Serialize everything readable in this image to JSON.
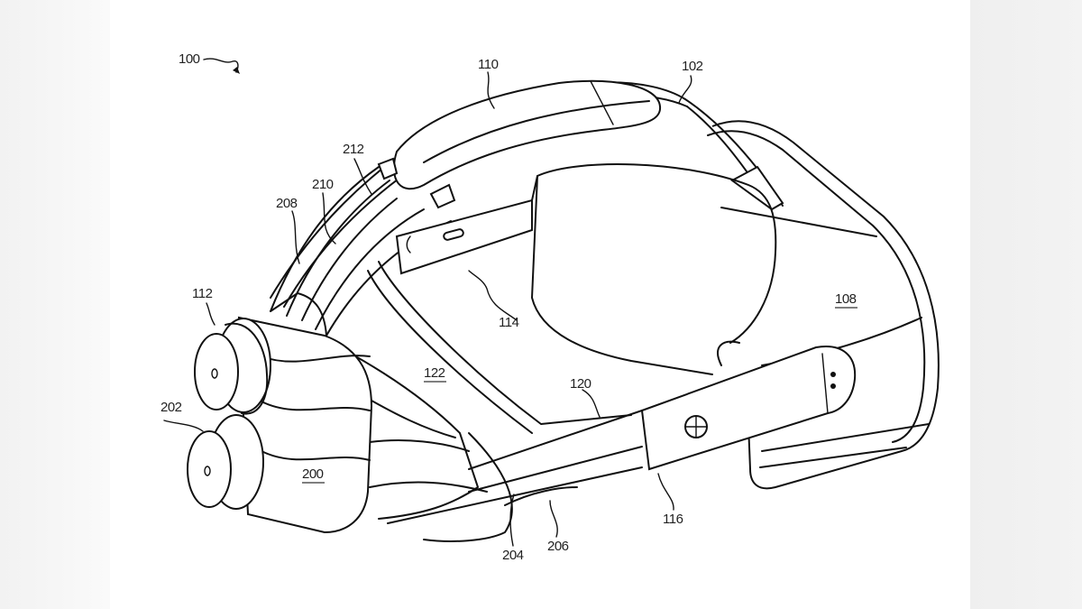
{
  "figure": {
    "type": "patent-drawing",
    "subject": "head-mounted display device",
    "reference_numerals": [
      {
        "id": "100",
        "underlined": false,
        "arrow": true
      },
      {
        "id": "110",
        "underlined": false
      },
      {
        "id": "102",
        "underlined": false
      },
      {
        "id": "212",
        "underlined": false
      },
      {
        "id": "210",
        "underlined": false
      },
      {
        "id": "208",
        "underlined": false
      },
      {
        "id": "112",
        "underlined": false
      },
      {
        "id": "114",
        "underlined": false
      },
      {
        "id": "108",
        "underlined": true
      },
      {
        "id": "122",
        "underlined": true
      },
      {
        "id": "120",
        "underlined": false
      },
      {
        "id": "202",
        "underlined": false
      },
      {
        "id": "200",
        "underlined": true
      },
      {
        "id": "116",
        "underlined": false
      },
      {
        "id": "204",
        "underlined": false
      },
      {
        "id": "206",
        "underlined": false
      }
    ]
  },
  "labels": {
    "l100": "100",
    "l110": "110",
    "l102": "102",
    "l212": "212",
    "l210": "210",
    "l208": "208",
    "l112": "112",
    "l114": "114",
    "l108": "108",
    "l122": "122",
    "l120": "120",
    "l202": "202",
    "l200": "200",
    "l116": "116",
    "l204": "204",
    "l206": "206"
  },
  "colors": {
    "line": "#111111",
    "paper": "#ffffff",
    "margin": "#f2f2f2"
  }
}
